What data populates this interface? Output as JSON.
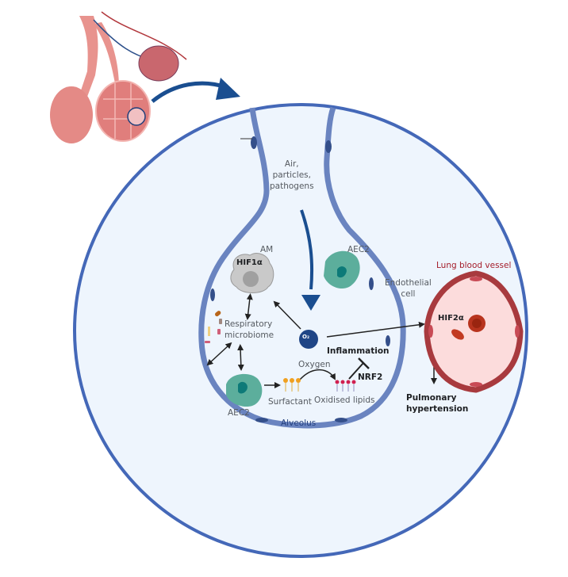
{
  "colors": {
    "frame_circle": "#4468b8",
    "frame_fill": "#eef5fd",
    "wall": "#6a84c0",
    "wall_nucleus": "#344f8a",
    "arrow_blue": "#1a4e90",
    "vessel_wall": "#a83a3e",
    "vessel_lumen": "#fcdcdc",
    "aec2": "#5cae9c",
    "am_cell": "#c9c9c9",
    "lung_tissue": "#e48a86",
    "text_red": "#a41d2a"
  },
  "labels": {
    "air": "Air,\nparticles,\npathogens",
    "am": "AM",
    "hif1a": "HIF1α",
    "aec2_top": "AEC2",
    "endothelial": "Endothelial\ncell",
    "lung_vessel": "Lung blood vessel",
    "hif2a": "HIF2α",
    "microbiome": "Respiratory\nmicrobiome",
    "o2": "O₂",
    "inflammation": "Inflammation",
    "oxygen": "Oxygen",
    "nrf2": "NRF2",
    "surfactant": "Surfactant",
    "oxidised_lipids": "Oxidised lipids",
    "aec2_bottom": "AEC2",
    "alveolus": "Alveolus",
    "pulmonary": "Pulmonary\nhypertension"
  }
}
